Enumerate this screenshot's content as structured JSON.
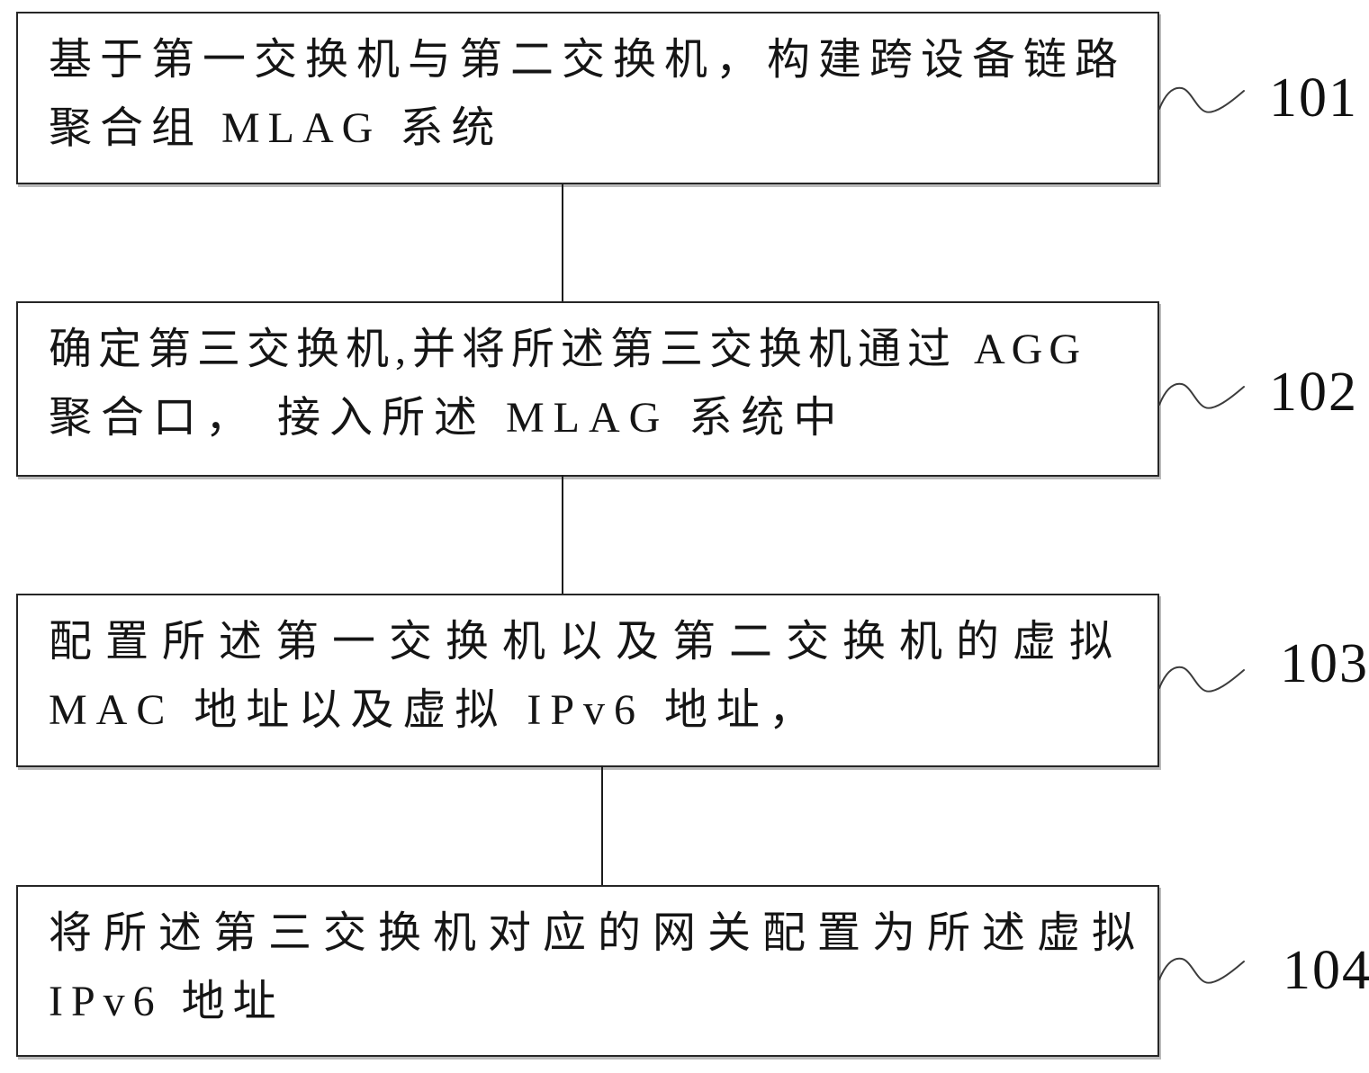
{
  "figure": {
    "type": "flowchart",
    "background_color": "#ffffff",
    "box_border_color": "#262626",
    "text_color": "#151515",
    "steps": [
      {
        "ref": "101",
        "lines": [
          "基于第一交换机与第二交换机，构建跨设备链路",
          "聚合组 MLAG 系统"
        ]
      },
      {
        "ref": "102",
        "lines": [
          "确定第三交换机,并将所述第三交换机通过 AGG",
          "聚合口， 接入所述 MLAG 系统中"
        ]
      },
      {
        "ref": "103",
        "lines": [
          "配置所述第一交换机以及第二交换机的虚拟",
          "MAC 地址以及虚拟 IPv6 地址，"
        ]
      },
      {
        "ref": "104",
        "lines": [
          "将所述第三交换机对应的网关配置为所述虚拟",
          "IPv6 地址"
        ]
      }
    ]
  }
}
